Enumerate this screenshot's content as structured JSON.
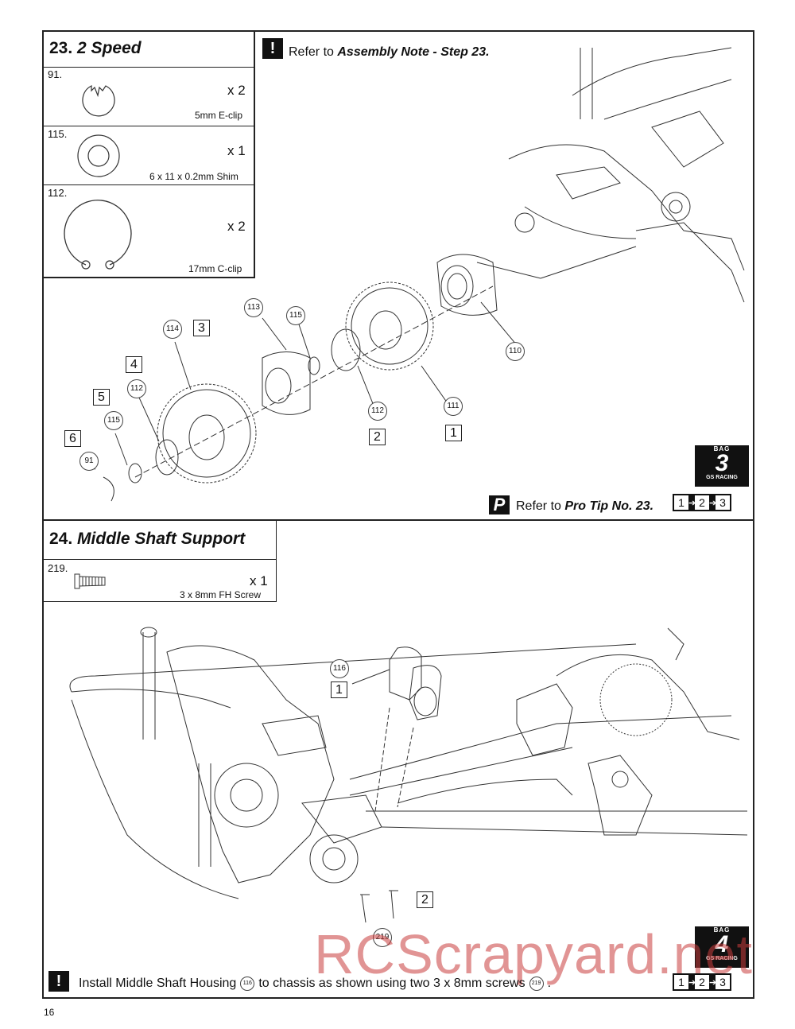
{
  "step23": {
    "number": "23.",
    "title": "2 Speed",
    "note_prefix": "Refer to",
    "note_ref": "Assembly Note - Step 23.",
    "protip_prefix": "Refer to",
    "protip_ref": "Pro Tip No. 23.",
    "parts": [
      {
        "num": "91.",
        "qty": "x 2",
        "desc": "5mm E-clip"
      },
      {
        "num": "115.",
        "qty": "x 1",
        "desc": "6 x 11 x 0.2mm Shim"
      },
      {
        "num": "112.",
        "qty": "x 2",
        "desc": "17mm C-clip"
      }
    ],
    "callouts": [
      "113",
      "114",
      "115",
      "112",
      "91",
      "110",
      "111",
      "112",
      "115"
    ],
    "seq": [
      "3",
      "4",
      "5",
      "6",
      "2",
      "1"
    ],
    "bag": {
      "top": "BAG",
      "num": "3",
      "brand": "GS RACING"
    },
    "steps": [
      "1",
      "2",
      "3"
    ]
  },
  "step24": {
    "number": "24.",
    "title": "Middle Shaft Support",
    "parts": [
      {
        "num": "219.",
        "qty": "x 1",
        "desc": "3 x 8mm FH Screw"
      }
    ],
    "callouts": [
      "116",
      "219"
    ],
    "seq": [
      "1",
      "2"
    ],
    "note_a": "Install Middle Shaft Housing",
    "note_ref1": "116",
    "note_b": "to chassis as shown using two 3 x 8mm screws",
    "note_ref2": "219",
    "note_end": ".",
    "bag": {
      "top": "BAG",
      "num": "4",
      "brand": "GS RACING"
    },
    "steps": [
      "1",
      "2",
      "3"
    ]
  },
  "icons": {
    "warning": "exclamation-icon",
    "protip": "pro-tip-icon"
  },
  "watermark": "RCScrapyard.net",
  "page_number": "16"
}
